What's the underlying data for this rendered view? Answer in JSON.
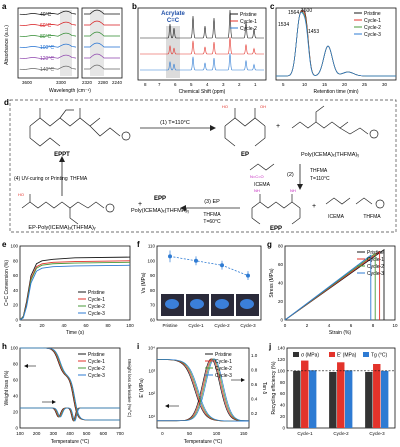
{
  "panel_letters": [
    "a",
    "b",
    "c",
    "d",
    "e",
    "f",
    "g",
    "h",
    "i",
    "j"
  ],
  "colors": {
    "black": "#1a1a1a",
    "red": "#e3332b",
    "green": "#4a9a3a",
    "blue": "#2e7bd3",
    "grey": "#9a9a9a",
    "purple": "#c21fbd",
    "temp": [
      "#111111",
      "#d7191c",
      "#2f8b2f",
      "#1f6fd1",
      "#8e44ad",
      "#666666"
    ]
  },
  "panel_a": {
    "ylabel": "Absorbance (a.u.)",
    "xlabel": "Wavelength (cm⁻¹)",
    "curve_labels": [
      "40°C",
      "60°C",
      "80°C",
      "100°C",
      "120°C",
      "140°C"
    ],
    "ticks_left": [
      "3600",
      "3300"
    ],
    "ticks_right": [
      "2320",
      "2280",
      "2240"
    ]
  },
  "chart_data": [
    {
      "type": "line",
      "title": "",
      "xlabel": "Chemical Shift (ppm)",
      "ylabel": "",
      "annotation": [
        "Acrylate",
        "C=C"
      ],
      "x_ticks": [
        "8",
        "7",
        "6",
        "5",
        "4",
        "3",
        "2",
        "1"
      ],
      "series": [
        {
          "name": "Pristine"
        },
        {
          "name": "Cycle-1"
        },
        {
          "name": "Cycle-2"
        }
      ]
    },
    {
      "type": "line",
      "xlabel": "Retention time (min)",
      "ylabel": "",
      "x_ticks": [
        "5",
        "10",
        "15",
        "20",
        "25",
        "30"
      ],
      "peak_labels": [
        "1564",
        "1600",
        "1534",
        "1453"
      ],
      "series": [
        {
          "name": "Pristine"
        },
        {
          "name": "Cycle-1"
        },
        {
          "name": "Cycle-2"
        },
        {
          "name": "Cycle-3"
        }
      ]
    },
    {
      "type": "line",
      "xlabel": "Time (s)",
      "ylabel": "C=C Conversion (%)",
      "xlim": [
        0,
        100
      ],
      "ylim": [
        0,
        100
      ],
      "x_ticks": [
        "0",
        "20",
        "40",
        "60",
        "80",
        "100"
      ],
      "y_ticks": [
        "0",
        "20",
        "40",
        "60",
        "80",
        "100"
      ],
      "series": [
        {
          "name": "Pristine",
          "x": [
            0,
            3,
            6,
            10,
            15,
            20,
            30,
            50,
            100
          ],
          "y": [
            0,
            5,
            25,
            60,
            76,
            80,
            82,
            84,
            85
          ]
        },
        {
          "name": "Cycle-1",
          "x": [
            0,
            3,
            6,
            10,
            15,
            20,
            30,
            50,
            100
          ],
          "y": [
            0,
            4,
            22,
            56,
            72,
            76,
            78,
            79,
            80
          ]
        },
        {
          "name": "Cycle-2",
          "x": [
            0,
            3,
            6,
            10,
            15,
            20,
            30,
            50,
            100
          ],
          "y": [
            0,
            4,
            20,
            54,
            70,
            74,
            76,
            77,
            78
          ]
        },
        {
          "name": "Cycle-3",
          "x": [
            0,
            3,
            6,
            10,
            15,
            20,
            30,
            50,
            100
          ],
          "y": [
            0,
            3,
            18,
            50,
            66,
            70,
            72,
            73,
            74
          ]
        }
      ]
    },
    {
      "type": "scatter",
      "xlabel": "",
      "ylabel": "Vs (MPa)",
      "categories": [
        "Pristine",
        "Cycle-1",
        "Cycle-2",
        "Cycle-3"
      ],
      "values": [
        103,
        100,
        97,
        90
      ],
      "errors": [
        4,
        3,
        3,
        3
      ],
      "ylim": [
        60,
        110
      ],
      "y_ticks": [
        "60",
        "70",
        "80",
        "90",
        "100",
        "110"
      ]
    },
    {
      "type": "line",
      "xlabel": "Strain (%)",
      "ylabel": "Stress (MPa)",
      "xlim": [
        0,
        10
      ],
      "ylim": [
        0,
        80
      ],
      "x_ticks": [
        "0",
        "2",
        "4",
        "6",
        "8",
        "10"
      ],
      "y_ticks": [
        "0",
        "20",
        "40",
        "60",
        "80"
      ],
      "series": [
        {
          "name": "Pristine",
          "x": [
            0,
            9
          ],
          "y": [
            0,
            76
          ]
        },
        {
          "name": "Cycle-1",
          "x": [
            0,
            8.6
          ],
          "y": [
            0,
            74
          ]
        },
        {
          "name": "Cycle-2",
          "x": [
            0,
            8.2
          ],
          "y": [
            0,
            72
          ]
        },
        {
          "name": "Cycle-3",
          "x": [
            0,
            7.8
          ],
          "y": [
            0,
            70
          ]
        }
      ]
    },
    {
      "type": "line",
      "xlabel": "Temperature (°C)",
      "ylabel": "Weight loss (%)",
      "ylabel_right": "Weight loss derivative (%/°C)",
      "xlim": [
        100,
        700
      ],
      "ylim": [
        0,
        100
      ],
      "x_ticks": [
        "100",
        "200",
        "300",
        "400",
        "500",
        "600",
        "700"
      ],
      "y_ticks": [
        "0",
        "20",
        "40",
        "60",
        "80",
        "100"
      ],
      "series": [
        {
          "name": "Pristine"
        },
        {
          "name": "Cycle-1"
        },
        {
          "name": "Cycle-2"
        },
        {
          "name": "Cycle-3"
        }
      ]
    },
    {
      "type": "line",
      "xlabel": "Temperature (°C)",
      "ylabel": "E' (MPa)",
      "ylabel_right": "Tan δ",
      "x_ticks": [
        "0",
        "50",
        "100",
        "150"
      ],
      "y_ticks_left": [
        "10¹",
        "10²",
        "10³",
        "10⁴"
      ],
      "y_ticks_right": [
        "0.2",
        "0.4",
        "0.6",
        "0.8",
        "1.0"
      ],
      "series": [
        {
          "name": "Pristine"
        },
        {
          "name": "Cycle-1"
        },
        {
          "name": "Cycle-2"
        },
        {
          "name": "Cycle-3"
        }
      ]
    },
    {
      "type": "bar",
      "xlabel": "",
      "ylabel": "Recycling efficiency (%)",
      "categories": [
        "Cycle-1",
        "Cycle-2",
        "Cycle-3"
      ],
      "series": [
        {
          "name": "σ (MPa)",
          "values": [
            100,
            98,
            98
          ]
        },
        {
          "name": "E' (MPa)",
          "values": [
            118,
            115,
            112
          ]
        },
        {
          "name": "Tg (°C)",
          "values": [
            101,
            101,
            100
          ]
        }
      ],
      "ylim": [
        0,
        140
      ],
      "y_ticks": [
        "0",
        "20",
        "40",
        "60",
        "80",
        "100",
        "120",
        "140"
      ],
      "reference_line": 100
    }
  ],
  "panel_d": {
    "labels": {
      "eppt": "EPPT",
      "ep": "EP",
      "poly1": "Poly(ICEMA)ₓ(THFMA)ᵧ",
      "cond1": "(1) T=110°C",
      "cond2": "(2)",
      "icema": "ICEMA",
      "thfma": "THFMA",
      "t110": "T=110°C",
      "uv": "(4) UV-curing or Printing",
      "thfma_left": "THFMA",
      "cond3": "(3) EP",
      "thfma3": "THFMA",
      "t60": "T=60°C",
      "epp": "EPP",
      "epp_mid": "EPP",
      "icema2": "ICEMA",
      "thfma2": "THFMA",
      "ep_poly": "EP-Poly(ICEMA)ₓ(THFMA)ᵧ",
      "poly2": "Poly(ICEMA)ₓ(THFMA)ᵧ"
    }
  }
}
